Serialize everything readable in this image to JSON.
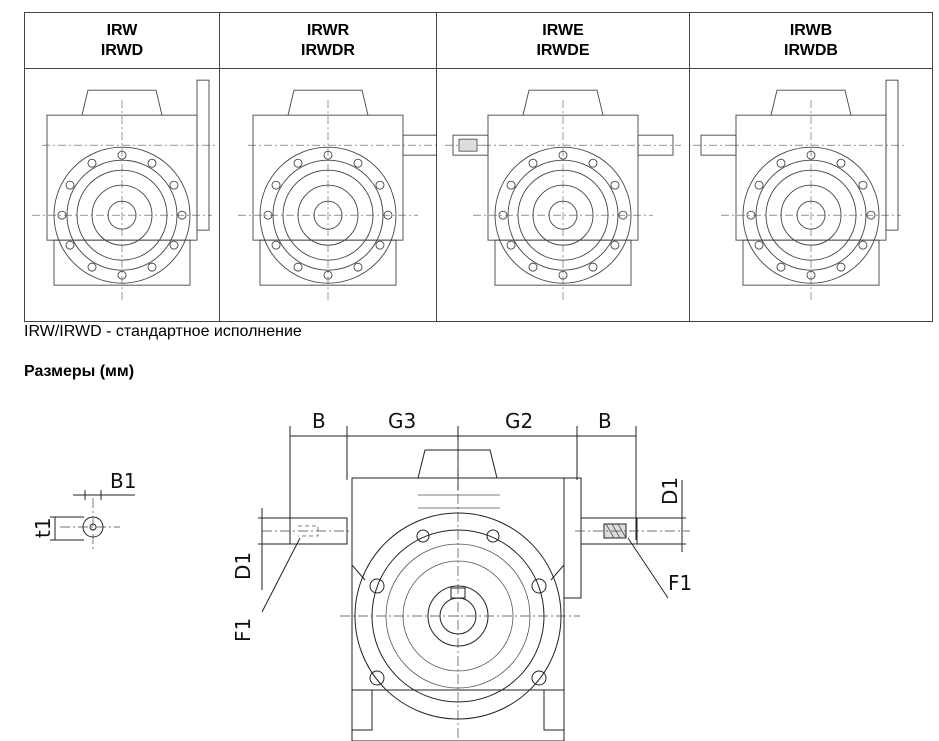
{
  "variants": [
    {
      "line1": "IRW",
      "line2": "IRWD"
    },
    {
      "line1": "IRWR",
      "line2": "IRWDR"
    },
    {
      "line1": "IRWE",
      "line2": "IRWDE"
    },
    {
      "line1": "IRWB",
      "line2": "IRWDB"
    }
  ],
  "caption": "IRW/IRWD - стандартное исполнение",
  "section_title": "Размеры (мм)",
  "dimensions": {
    "B_left": "B",
    "G3": "G3",
    "G2": "G2",
    "B_right": "B",
    "B1": "B1",
    "t1": "t1",
    "D1_left": "D1",
    "F1_left": "F1",
    "D1_right": "D1",
    "F1_right": "F1"
  }
}
